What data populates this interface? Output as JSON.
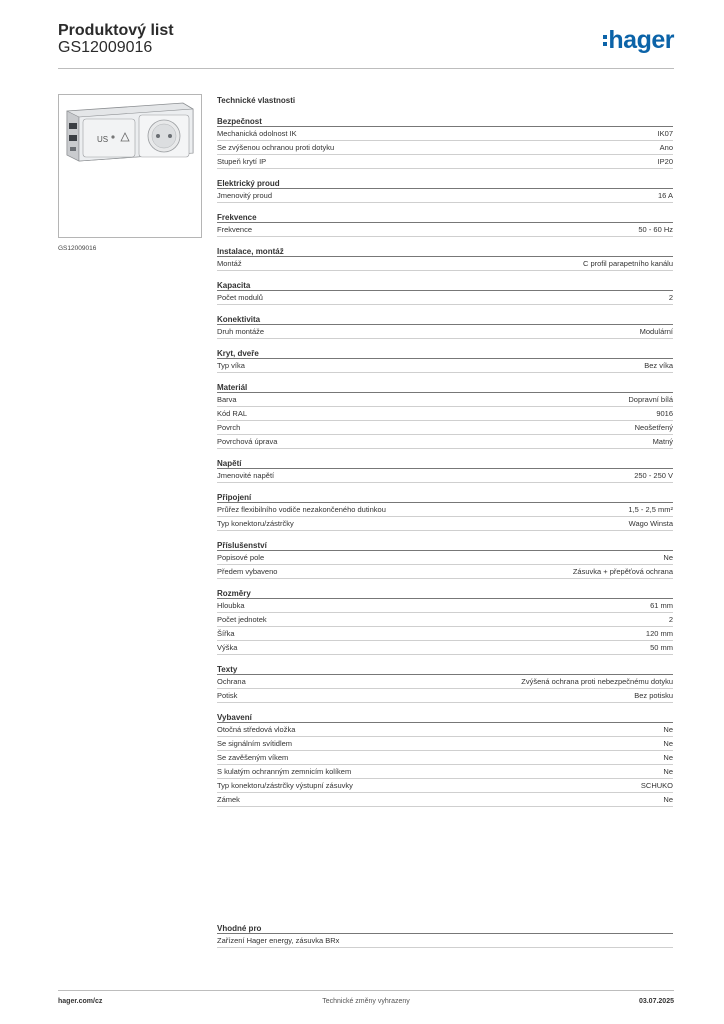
{
  "header": {
    "title": "Produktový list",
    "code": "GS12009016",
    "logo": "hager",
    "brand_color": "#0b63a8"
  },
  "product": {
    "caption": "GS12009016",
    "image_label": "US"
  },
  "specs_title": "Technické vlastnosti",
  "sections": [
    {
      "title": "Bezpečnost",
      "rows": [
        {
          "label": "Mechanická odolnost IK",
          "value": "IK07"
        },
        {
          "label": "Se zvýšenou ochranou proti dotyku",
          "value": "Ano"
        },
        {
          "label": "Stupeň krytí IP",
          "value": "IP20"
        }
      ]
    },
    {
      "title": "Elektrický proud",
      "rows": [
        {
          "label": "Jmenovitý proud",
          "value": "16 A"
        }
      ]
    },
    {
      "title": "Frekvence",
      "rows": [
        {
          "label": "Frekvence",
          "value": "50 - 60 Hz"
        }
      ]
    },
    {
      "title": "Instalace, montáž",
      "rows": [
        {
          "label": "Montáž",
          "value": "C profil parapetního kanálu"
        }
      ]
    },
    {
      "title": "Kapacita",
      "rows": [
        {
          "label": "Počet modulů",
          "value": "2"
        }
      ]
    },
    {
      "title": "Konektivita",
      "rows": [
        {
          "label": "Druh montáže",
          "value": "Modulární"
        }
      ]
    },
    {
      "title": "Kryt, dveře",
      "rows": [
        {
          "label": "Typ víka",
          "value": "Bez víka"
        }
      ]
    },
    {
      "title": "Materiál",
      "rows": [
        {
          "label": "Barva",
          "value": "Dopravní bílá"
        },
        {
          "label": "Kód RAL",
          "value": "9016"
        },
        {
          "label": "Povrch",
          "value": "Neošetřený"
        },
        {
          "label": "Povrchová úprava",
          "value": "Matný"
        }
      ]
    },
    {
      "title": "Napětí",
      "rows": [
        {
          "label": "Jmenovité napětí",
          "value": "250 - 250 V"
        }
      ]
    },
    {
      "title": "Připojení",
      "rows": [
        {
          "label": "Průřez flexibilního vodiče nezakončeného dutinkou",
          "value": "1,5 - 2,5 mm²"
        },
        {
          "label": "Typ konektoru/zástrčky",
          "value": "Wago Winsta"
        }
      ]
    },
    {
      "title": "Příslušenství",
      "rows": [
        {
          "label": "Popisové pole",
          "value": "Ne"
        },
        {
          "label": "Předem vybaveno",
          "value": "Zásuvka + přepěťová ochrana"
        }
      ]
    },
    {
      "title": "Rozměry",
      "rows": [
        {
          "label": "Hloubka",
          "value": "61 mm"
        },
        {
          "label": "Počet jednotek",
          "value": "2"
        },
        {
          "label": "Šířka",
          "value": "120 mm"
        },
        {
          "label": "Výška",
          "value": "50 mm"
        }
      ]
    },
    {
      "title": "Texty",
      "rows": [
        {
          "label": "Ochrana",
          "value": "Zvýšená ochrana proti nebezpečnému dotyku"
        },
        {
          "label": "Potisk",
          "value": "Bez potisku"
        }
      ]
    },
    {
      "title": "Vybavení",
      "rows": [
        {
          "label": "Otočná středová vložka",
          "value": "Ne"
        },
        {
          "label": "Se signálním svítidlem",
          "value": "Ne"
        },
        {
          "label": "Se zavěšeným víkem",
          "value": "Ne"
        },
        {
          "label": "S kulatým ochranným zemnicím kolíkem",
          "value": "Ne"
        },
        {
          "label": "Typ konektoru/zástrčky výstupní zásuvky",
          "value": "SCHUKO"
        },
        {
          "label": "Zámek",
          "value": "Ne"
        }
      ]
    }
  ],
  "suitable": {
    "title": "Vhodné pro",
    "text": "Zařízení Hager energy, zásuvka BRx"
  },
  "footer": {
    "left": "hager.com/cz",
    "center": "Technické změny vyhrazeny",
    "right": "03.07.2025"
  }
}
